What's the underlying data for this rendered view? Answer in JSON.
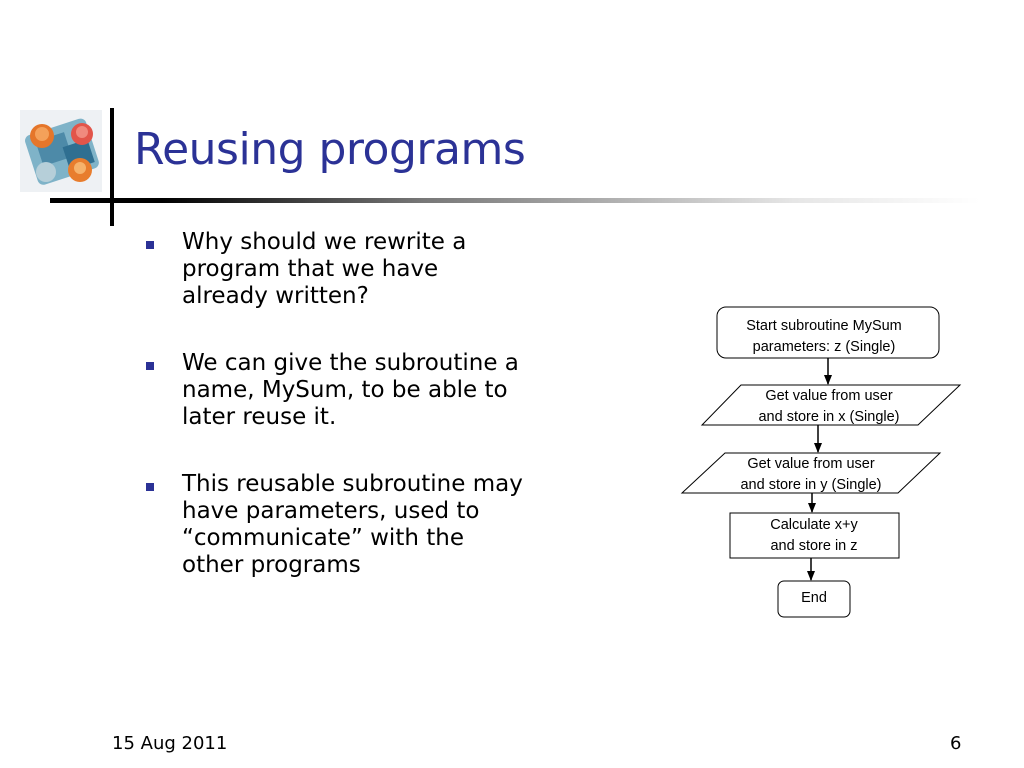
{
  "slide": {
    "title": "Reusing programs",
    "bullets": [
      "Why should we rewrite a program that we have already written?",
      "We can give the subroutine a name, MySum, to be able to later reuse it.",
      "This reusable subroutine may have parameters, used to “communicate” with the other programs"
    ],
    "footer": {
      "date": "15 Aug 2011",
      "page": "6"
    },
    "accent_color": "#2b3296"
  },
  "flowchart": {
    "start": {
      "line1": "Start subroutine MySum",
      "line2": "parameters: z (Single)"
    },
    "input_x": {
      "line1": "Get value from user",
      "line2": "and store in x (Single)"
    },
    "input_y": {
      "line1": "Get value from user",
      "line2": "and store in y (Single)"
    },
    "process": {
      "line1": "Calculate x+y",
      "line2": "and store in z"
    },
    "end": {
      "label": "End"
    }
  }
}
